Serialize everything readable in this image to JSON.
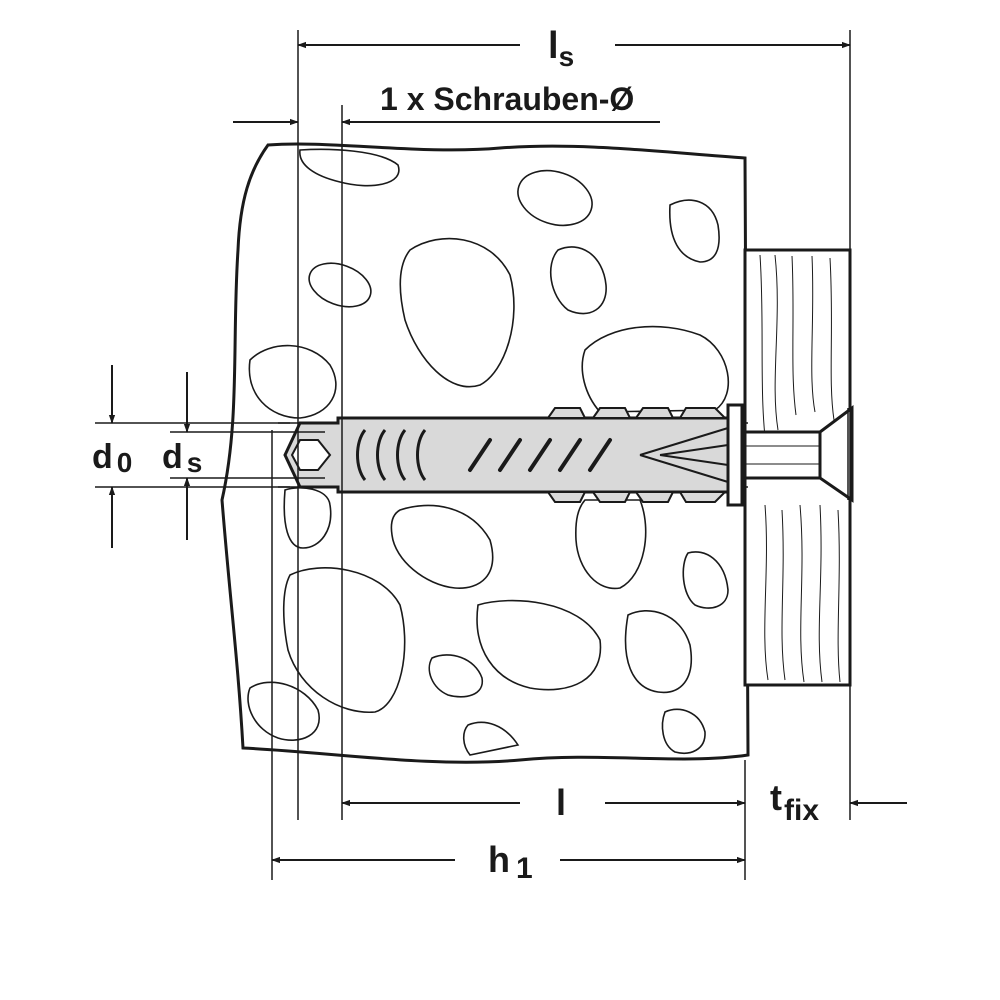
{
  "labels": {
    "ls_main": "l",
    "ls_sub": "s",
    "screw_dia": "1 x Schrauben-Ø",
    "d0_main": "d",
    "d0_sub": "0",
    "ds_main": "d",
    "ds_sub": "s",
    "l": "l",
    "tfix_main": "t",
    "tfix_sub": "fix",
    "h1_main": "h",
    "h1_sub": "1"
  },
  "colors": {
    "stroke": "#1a1a1a",
    "shade": "#d9d9d9",
    "fill": "#ffffff"
  }
}
